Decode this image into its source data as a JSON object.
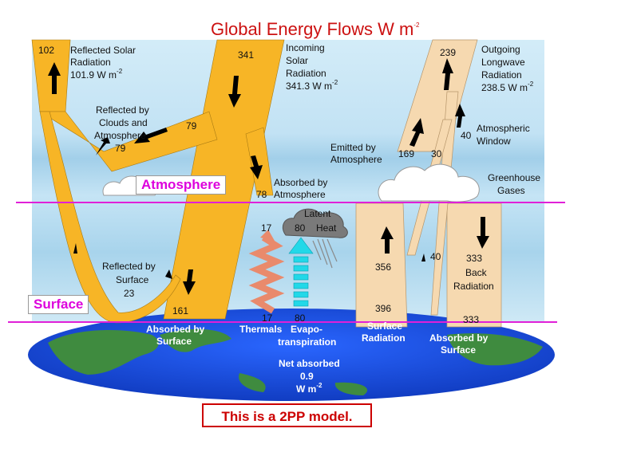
{
  "title": {
    "main": "Global Energy Flows  W m",
    "exp": "-2"
  },
  "labels": {
    "atmosphere": "Atmosphere",
    "surface": "Surface"
  },
  "note": "This is a 2PP model.",
  "flows": {
    "reflected_solar": {
      "value": "102",
      "l1": "Reflected Solar",
      "l2": "Radiation",
      "l3": "101.9 W m",
      "exp": "-2"
    },
    "incoming_solar": {
      "value": "341",
      "l1": "Incoming",
      "l2": "Solar",
      "l3": "Radiation",
      "l4": "341.3 W m",
      "exp": "-2"
    },
    "reflected_clouds": {
      "value": "79",
      "l1": "Reflected by",
      "l2": "Clouds and",
      "l3": "Atmosphere",
      "l4": "79"
    },
    "absorbed_atm": {
      "value": "78",
      "l1": "Absorbed by",
      "l2": "Atmosphere"
    },
    "reflected_surface": {
      "l1": "Reflected by",
      "l2": "Surface",
      "l3": "23"
    },
    "absorbed_surface": {
      "value": "161",
      "l1": "Absorbed by",
      "l2": "Surface"
    },
    "thermals": {
      "top": "17",
      "bottom": "17",
      "label": "Thermals"
    },
    "evapo": {
      "bottom": "80",
      "l1": "Evapo-",
      "l2": "transpiration"
    },
    "latent": {
      "l1": "Latent",
      "value": "80",
      "l2": "Heat"
    },
    "outgoing_lw": {
      "value": "239",
      "l1": "Outgoing",
      "l2": "Longwave",
      "l3": "Radiation",
      "l4": "238.5 W m",
      "exp": "-2"
    },
    "emitted_atm": {
      "value": "169",
      "l1": "Emitted by",
      "l2": "Atmosphere"
    },
    "window": {
      "value_top": "30",
      "value_mid": "40",
      "value_low": "40",
      "l1": "Atmospheric",
      "l2": "Window"
    },
    "greenhouse": {
      "l1": "Greenhouse",
      "l2": "Gases"
    },
    "surface_rad": {
      "top": "356",
      "bottom": "396",
      "l1": "Surface",
      "l2": "Radiation"
    },
    "back_rad": {
      "top": "333",
      "bottom": "333",
      "l1": "Back",
      "l2": "Radiation"
    },
    "absorbed_surface2": {
      "l1": "Absorbed by",
      "l2": "Surface"
    },
    "net": {
      "l1": "Net absorbed",
      "l2": "0.9",
      "l3": "W m",
      "exp": "-2"
    }
  },
  "colors": {
    "solar": "#f7b526",
    "longwave": "#f6d9b0",
    "sky": "#c8e6f5",
    "band": "#a6d3ec",
    "ocean": "#1650e6",
    "boundary": "#e020d8",
    "title": "#cc1111"
  }
}
